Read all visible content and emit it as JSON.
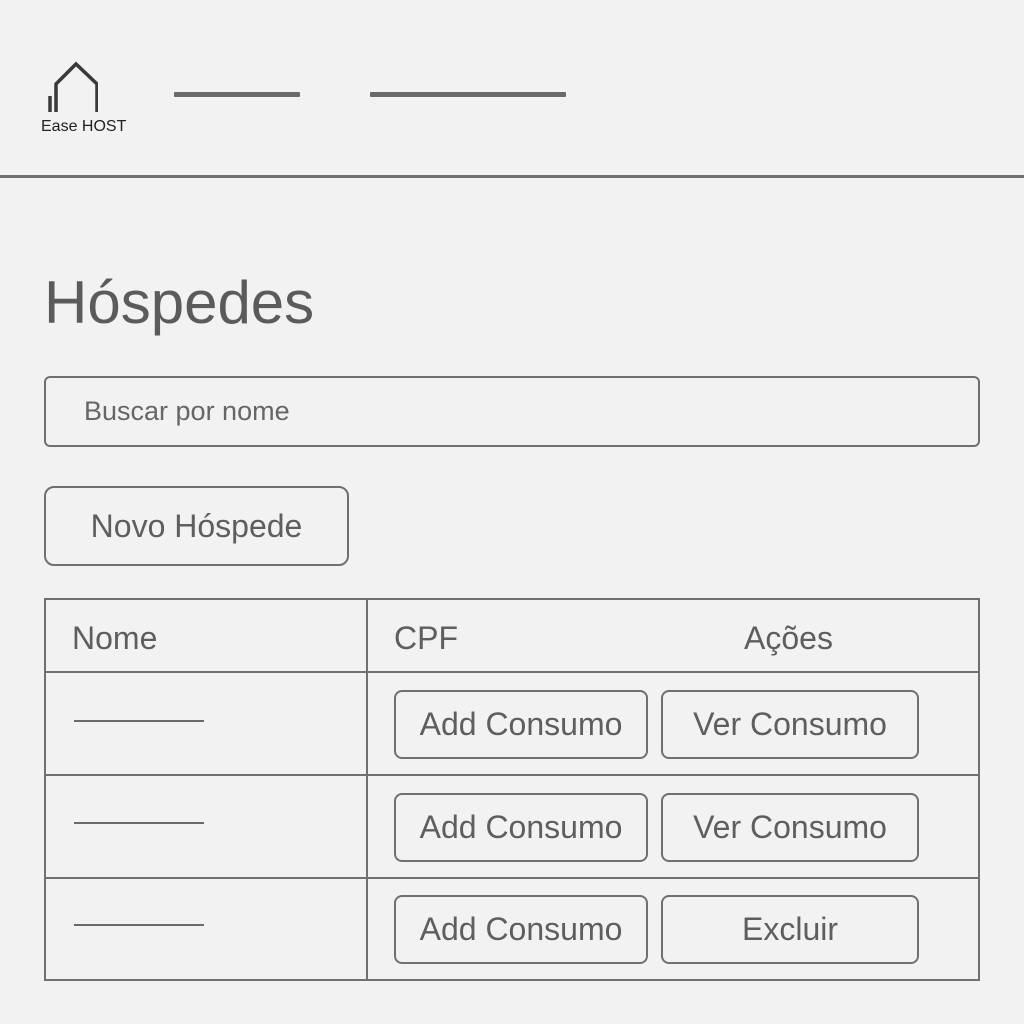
{
  "header": {
    "brand": "Ease HOST",
    "logo_icon": "house-icon"
  },
  "page": {
    "title": "Hóspedes"
  },
  "search": {
    "placeholder": "Buscar por nome",
    "value": ""
  },
  "actions": {
    "new_guest_label": "Novo Hóspede"
  },
  "table": {
    "columns": [
      "Nome",
      "CPF",
      "Ações"
    ],
    "rows": [
      {
        "add_label": "Add Consumo",
        "second_label": "Ver Consumo"
      },
      {
        "add_label": "Add Consumo",
        "second_label": "Ver Consumo"
      },
      {
        "add_label": "Add Consumo",
        "second_label": "Excluir"
      }
    ]
  },
  "colors": {
    "background": "#f2f2f2",
    "border": "#707070",
    "text": "#5e5e5e"
  }
}
